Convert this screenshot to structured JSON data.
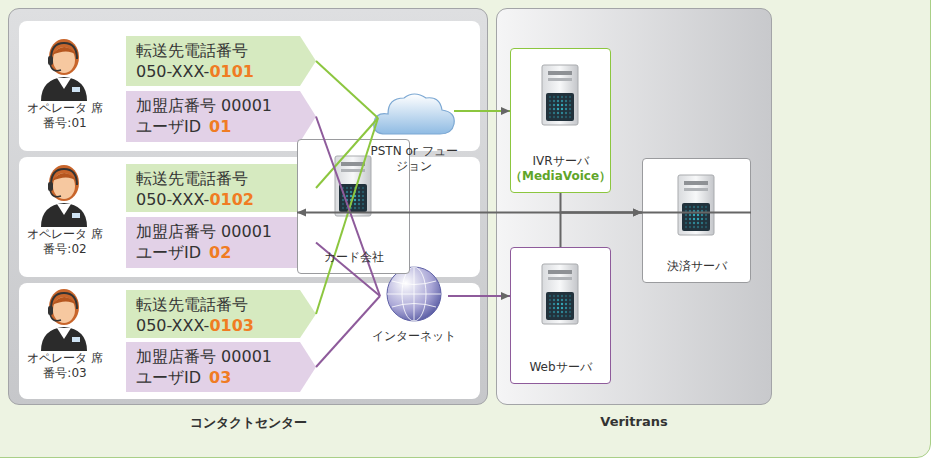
{
  "diagram": {
    "nodes": [
      {
        "text": [
          "コンタクトセンター"
        ]
      },
      {
        "text": [
          "オペレータ 席番号:01"
        ],
        "in": 0
      },
      {
        "text": [
          "転送先電話番号",
          "050-XXX-",
          "0101"
        ],
        "in": 1
      },
      {
        "text": [
          "加盟店番号 00001",
          "ユーザID",
          "01"
        ],
        "in": 1
      },
      {
        "text": [
          "オペレータ 席番号:02"
        ],
        "in": 0
      },
      {
        "text": [
          "転送先電話番号",
          "050-XXX-",
          "0102"
        ],
        "in": 4
      },
      {
        "text": [
          "加盟店番号 00001",
          "ユーザID",
          "02"
        ],
        "in": 4
      },
      {
        "text": [
          "オペレータ 席番号:03"
        ],
        "in": 0
      },
      {
        "text": [
          "転送先電話番号",
          "050-XXX-",
          "0103"
        ],
        "in": 7
      },
      {
        "text": [
          "加盟店番号 00001",
          "ユーザID",
          "03"
        ],
        "in": 7
      },
      {
        "text": [
          "PSTN or フュージョン"
        ]
      },
      {
        "text": [
          "インターネット"
        ]
      },
      {
        "text": [
          "Veritrans"
        ]
      },
      {
        "text": [
          "IVRサーバ",
          "（MediaVoice）"
        ],
        "in": 12
      },
      {
        "text": [
          "Webサーバ"
        ],
        "in": 12
      },
      {
        "text": [
          "決済サーバ"
        ],
        "in": 12
      },
      {
        "text": [
          "カード会社"
        ]
      }
    ],
    "edges": [
      {
        "from": 2,
        "to": 10,
        "arrow": "none"
      },
      {
        "from": 5,
        "to": 10,
        "arrow": "none"
      },
      {
        "from": 8,
        "to": 10,
        "arrow": "none"
      },
      {
        "from": 3,
        "to": 11,
        "arrow": "none"
      },
      {
        "from": 6,
        "to": 11,
        "arrow": "none"
      },
      {
        "from": 9,
        "to": 11,
        "arrow": "none"
      },
      {
        "from": 10,
        "to": 13,
        "arrow": "to"
      },
      {
        "from": 11,
        "to": 14,
        "arrow": "to"
      },
      {
        "from": 13,
        "to": 15,
        "arrow": "to"
      },
      {
        "from": 14,
        "to": 15,
        "arrow": "to"
      },
      {
        "from": 15,
        "to": 16,
        "arrow": "to"
      }
    ]
  }
}
